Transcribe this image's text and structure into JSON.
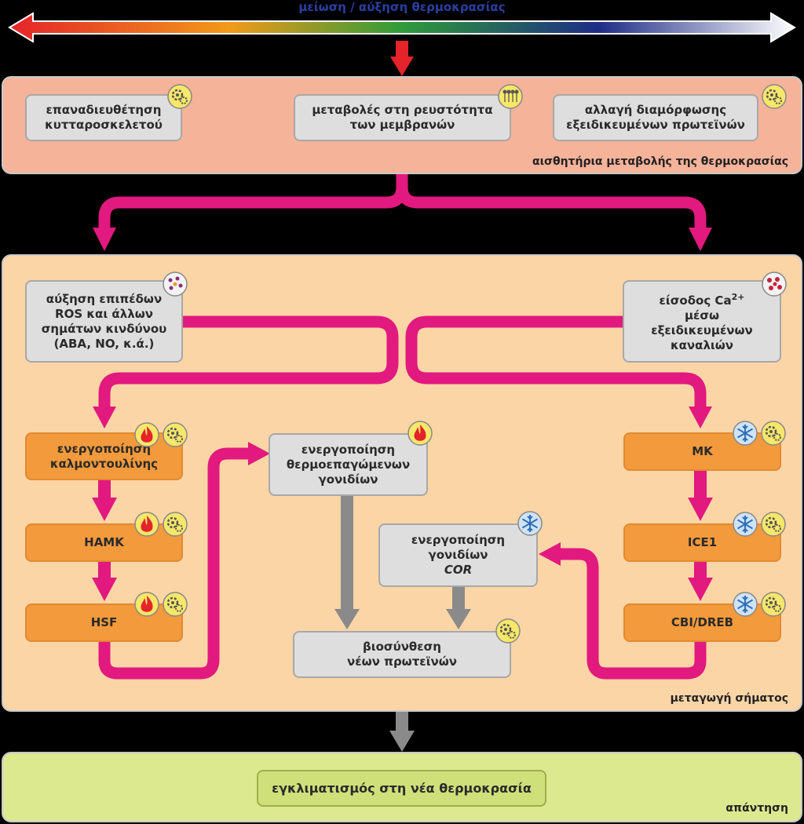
{
  "colors": {
    "pink_arrow": "#e2197e",
    "grey_arrow": "#8a8a8a",
    "red_arrow": "#e4232a",
    "sensor_panel": "#f5b39a",
    "transduction_panel": "#fbd5a6",
    "response_panel": "#dde98f"
  },
  "temperature_axis": {
    "label": "μείωση / αύξηση θερμοκρασίας"
  },
  "sensors": {
    "panel_label": "αισθητήρια μεταβολής της θερμοκρασίας",
    "items": [
      {
        "text": "επαναδιευθέτηση\nκυτταροσκελετού",
        "icon": "gear-icon"
      },
      {
        "text": "μεταβολές στη ρευστότητα\nτων μεμβρανών",
        "icon": "membrane-icon"
      },
      {
        "text": "αλλαγή διαμόρφωσης\nεξειδικευμένων πρωτεϊνών",
        "icon": "gear-icon"
      }
    ]
  },
  "transduction": {
    "panel_label": "μεταγωγή σήματος",
    "ros": "αύξηση επιπέδων\nROS και άλλων\nσημάτων κινδύνου\n(ABA, NO, κ.ά.)",
    "calcium": {
      "line1": "είσοδος Ca",
      "sup": "2+",
      "rest": "μέσω\nεξειδικευμένων\nκαναλιών"
    },
    "heat_chain": [
      "ενεργοποίηση\nκαλμοντουλίνης",
      "HAMK",
      "HSF"
    ],
    "cold_chain": [
      "MK",
      "ICE1",
      "CBI/DREB"
    ],
    "thermo_genes": "ενεργοποίηση\nθερμοεπαγώμενων\nγονιδίων",
    "cor_genes": {
      "text": "ενεργοποίηση\nγονιδίων",
      "italic": "COR"
    },
    "protein_synthesis": "βιοσύνθεση\nνέων πρωτεϊνών"
  },
  "response": {
    "panel_label": "απάντηση",
    "result": "εγκλιματισμός στη νέα θερμοκρασία"
  }
}
